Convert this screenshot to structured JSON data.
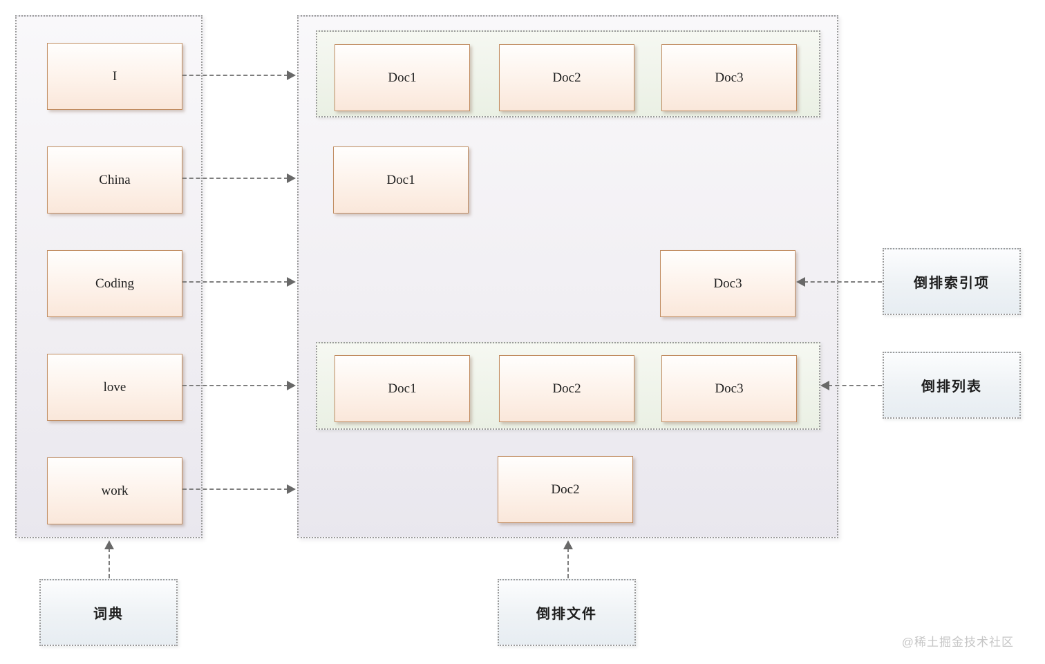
{
  "dictionary": {
    "label": "词典",
    "terms": [
      "I",
      "China",
      "Coding",
      "love",
      "work"
    ]
  },
  "inverted_file": {
    "label": "倒排文件",
    "rows": [
      {
        "docs": [
          "Doc1",
          "Doc2",
          "Doc3"
        ]
      },
      {
        "docs": [
          "Doc1"
        ]
      },
      {
        "docs": [
          "Doc3"
        ]
      },
      {
        "docs": [
          "Doc1",
          "Doc2",
          "Doc3"
        ]
      },
      {
        "docs": [
          "Doc2"
        ]
      }
    ]
  },
  "annotations": {
    "inverted_index_item": "倒排索引项",
    "inverted_list": "倒排列表"
  },
  "watermark": "@稀土掘金技术社区",
  "colors": {
    "node_border": "#c08b5f",
    "node_fill_top": "#fffefd",
    "node_fill_bottom": "#fae7da",
    "panel_fill_top": "#f9f8fa",
    "panel_fill_bottom": "#e9e7ee",
    "group_fill_top": "#f6f8f2",
    "group_fill_bottom": "#eaf0e4",
    "note_fill_top": "#fcfdfe",
    "note_fill_bottom": "#e7edf2",
    "dotted_border": "#9a9a9a",
    "arrow": "#7d7d7d"
  }
}
